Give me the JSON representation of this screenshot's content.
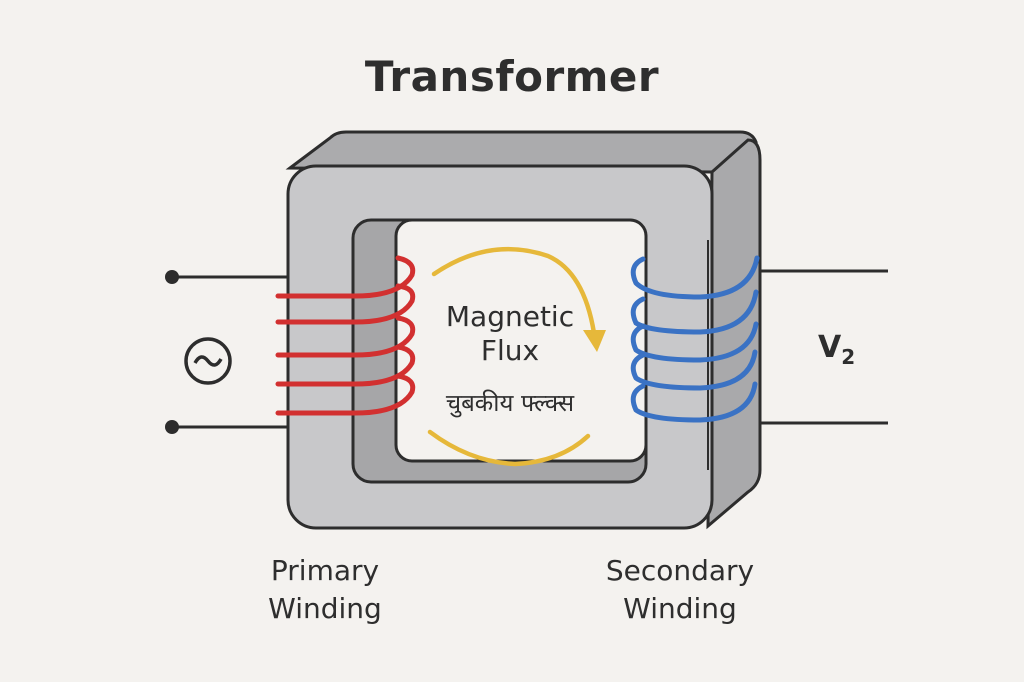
{
  "diagram": {
    "title": "Transformer",
    "core_label": "Magnetic Flux",
    "flux_line1": "Magnetic",
    "flux_line2": "Flux",
    "flux_hindi": "चुबकीय फ्ल्क्स",
    "primary_line1": "Primary",
    "primary_line2": "Winding",
    "secondary_line1": "Secondary",
    "secondary_line2": "Winding",
    "output_voltage_main": "V",
    "output_voltage_sub": "2",
    "ac_source_icon": "ac-source-icon",
    "primary_turns": 5,
    "secondary_turns": 5,
    "colors": {
      "primary_coil": "#d23030",
      "secondary_coil": "#3a72c4",
      "flux_arrow": "#e6b83a",
      "core_front": "#c8c8ca",
      "core_side": "#a9a9ab",
      "outline": "#2d2d2d",
      "background": "#f4f2ef"
    }
  }
}
